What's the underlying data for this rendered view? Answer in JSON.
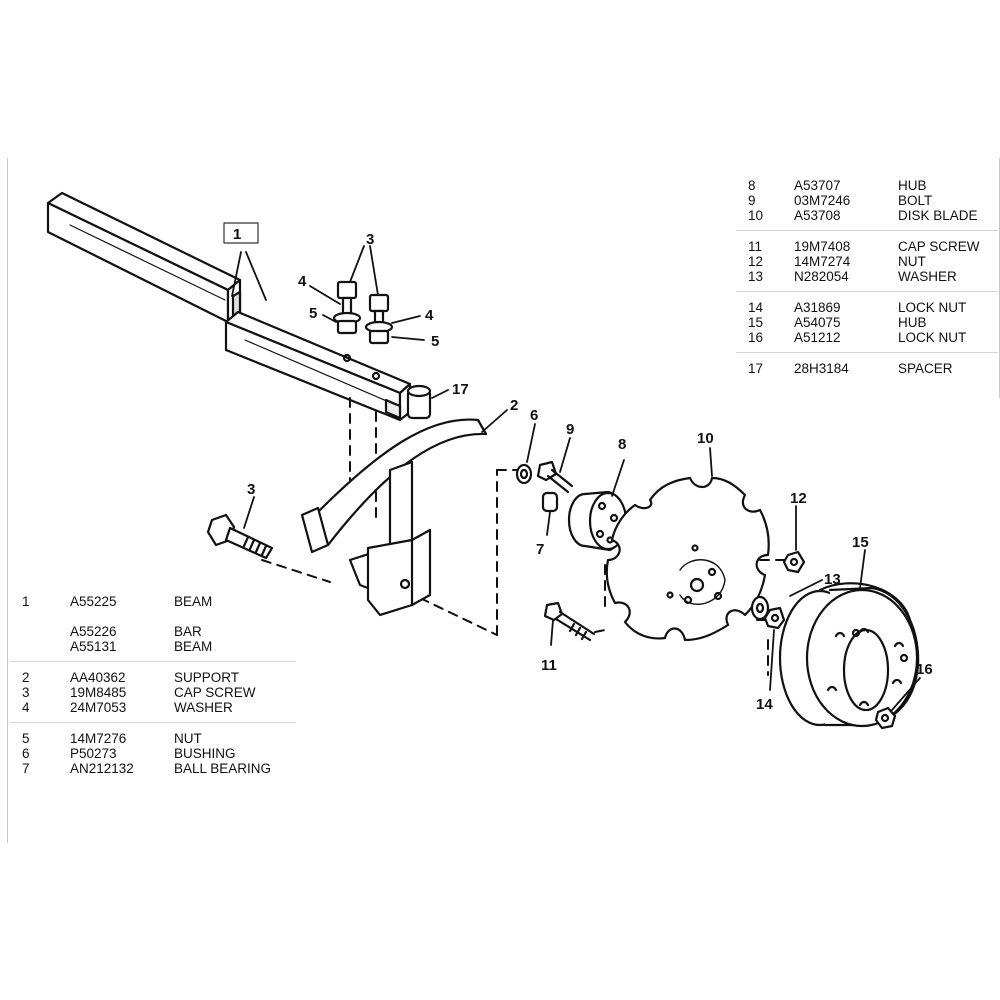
{
  "parts_right": [
    [
      {
        "num": "8",
        "part": "A53707",
        "desc": "HUB"
      },
      {
        "num": "9",
        "part": "03M7246",
        "desc": "BOLT"
      },
      {
        "num": "10",
        "part": "A53708",
        "desc": "DISK BLADE"
      }
    ],
    [
      {
        "num": "11",
        "part": "19M7408",
        "desc": "CAP SCREW"
      },
      {
        "num": "12",
        "part": "14M7274",
        "desc": "NUT"
      },
      {
        "num": "13",
        "part": "N282054",
        "desc": "WASHER"
      }
    ],
    [
      {
        "num": "14",
        "part": "A31869",
        "desc": "LOCK NUT"
      },
      {
        "num": "15",
        "part": "A54075",
        "desc": "HUB"
      },
      {
        "num": "16",
        "part": "A51212",
        "desc": "LOCK NUT"
      }
    ],
    [
      {
        "num": "17",
        "part": "28H3184",
        "desc": "SPACER"
      }
    ]
  ],
  "parts_left": [
    [
      {
        "num": "1",
        "part": "A55225",
        "desc": "BEAM"
      },
      {
        "num": "",
        "part": "",
        "desc": ""
      },
      {
        "num": "",
        "part": "A55226",
        "desc": "BAR"
      },
      {
        "num": "",
        "part": "A55131",
        "desc": "BEAM"
      }
    ],
    [
      {
        "num": "2",
        "part": "AA40362",
        "desc": "SUPPORT"
      },
      {
        "num": "3",
        "part": "19M8485",
        "desc": "CAP SCREW"
      },
      {
        "num": "4",
        "part": "24M7053",
        "desc": "WASHER"
      }
    ],
    [
      {
        "num": "5",
        "part": "14M7276",
        "desc": "NUT"
      },
      {
        "num": "6",
        "part": "P50273",
        "desc": "BUSHING"
      },
      {
        "num": "7",
        "part": "AN212132",
        "desc": "BALL BEARING"
      }
    ]
  ],
  "callouts": {
    "c1": "1",
    "c2": "2",
    "c3a": "3",
    "c3b": "3",
    "c4a": "4",
    "c4b": "4",
    "c5a": "5",
    "c5b": "5",
    "c6": "6",
    "c7": "7",
    "c8": "8",
    "c9": "9",
    "c10": "10",
    "c11": "11",
    "c12": "12",
    "c13": "13",
    "c14": "14",
    "c15": "15",
    "c16": "16",
    "c17": "17"
  }
}
